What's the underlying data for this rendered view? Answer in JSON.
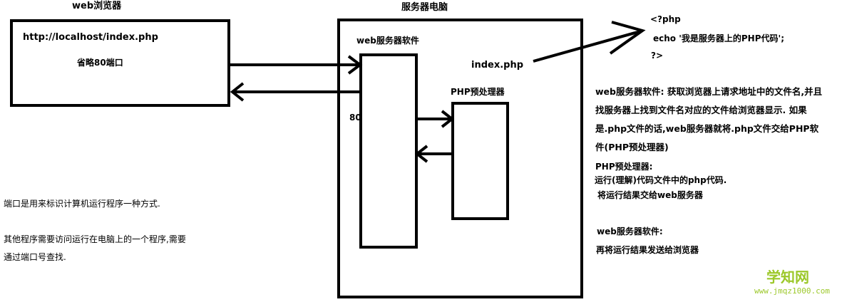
{
  "colors": {
    "ink": "#000000",
    "background": "#ffffff",
    "watermark_green": "#9cc82a"
  },
  "browser": {
    "title": "web浏览器",
    "url": "http://localhost/index.php",
    "port_note": "省略80端口"
  },
  "server": {
    "title": "服务器电脑",
    "software_label": "web服务器软件",
    "port": "80",
    "file": "index.php",
    "php_processor_label": "PHP预处理器"
  },
  "code": {
    "line1": "<?php",
    "line2": "echo '我是服务器上的PHP代码';",
    "line3": "?>"
  },
  "notes": {
    "web_server_desc": "web服务器软件: 获取浏览器上请求地址中的文件名,并且找服务器上找到文件名对应的文件给浏览器显示. 如果是.php文件的话,web服务器就将.php文件交给PHP软件(PHP预处理器)",
    "php_title": "PHP预处理器:",
    "php_line1": "运行(理解)代码文件中的php代码.",
    "php_line2": "将运行结果交给web服务器",
    "web_server2_title": "web服务器软件:",
    "web_server2_line": "再将运行结果发送给浏览器",
    "port_def": "端口是用来标识计算机运行程序一种方式.",
    "port_access_line1": "其他程序需要访问运行在电脑上的一个程序,需要",
    "port_access_line2": "通过端口号查找."
  },
  "watermark": {
    "name": "学知网",
    "url": "www.jmqz1000.com"
  }
}
